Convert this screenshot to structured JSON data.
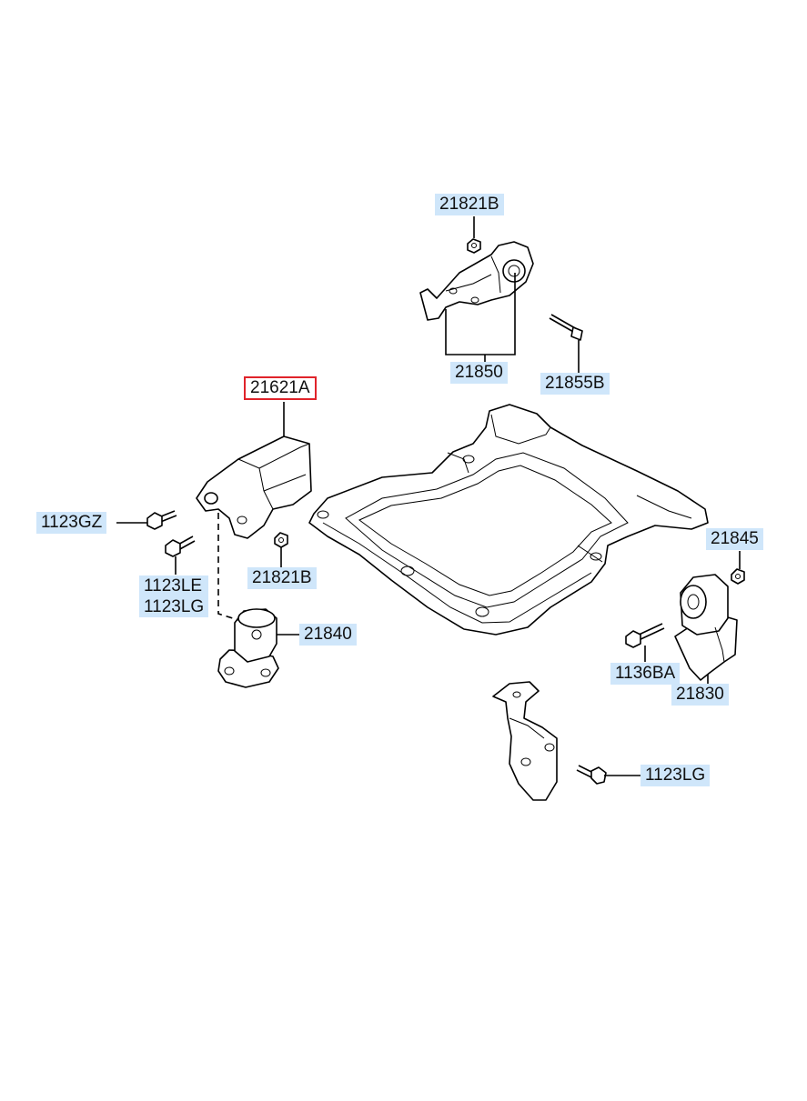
{
  "callouts": {
    "c21821B_top": "21821B",
    "c21850": "21850",
    "c21855B": "21855B",
    "c21621A": "21621A",
    "c1123GZ": "1123GZ",
    "c1123LE_line1": "1123LE",
    "c1123LE_line2": "1123LG",
    "c21821B_left": "21821B",
    "c21840": "21840",
    "c21845": "21845",
    "c1136BA": "1136BA",
    "c21830": "21830",
    "c1123LG": "1123LG"
  },
  "highlighted_callout": "21621A",
  "colors": {
    "label_background": "#cfe6fa",
    "highlight_border": "#e0232a",
    "line": "#000000"
  }
}
